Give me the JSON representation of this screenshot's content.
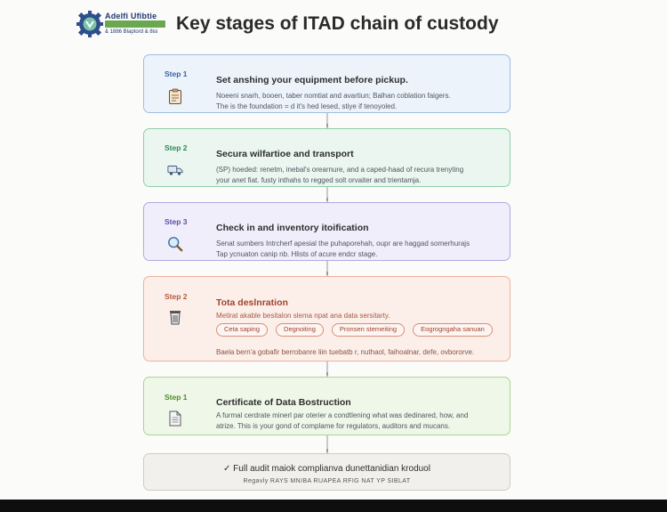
{
  "logo": {
    "line1": "Adelfi Ufibtie",
    "line2": "",
    "line3": "& 1886 Blaptord & 8isi"
  },
  "title": "Key stages of ITAD chain of custody",
  "steps": [
    {
      "step": "Step 1",
      "icon": "clipboard-icon",
      "title": "Set anshing your equipment before pickup.",
      "desc1": "Noeeni snarh, booen, taber nomtiat and avartiun; Balhan coblation faigers.",
      "desc2": "The is the foundation = d it's hed lesed, stiye if tenoyoled."
    },
    {
      "step": "Step 2",
      "icon": "truck-icon",
      "title": "Secura wilfartioe and transport",
      "desc1": "(SP) hoeded: renetm, inebal's orearnure, and a caped-haad of recura trenyting",
      "desc2": "your anet fiat. fusty inthahs to regged solt orvaiter and trientamja."
    },
    {
      "step": "Step 3",
      "icon": "magnifier-icon",
      "title": "Check in and inventory itoification",
      "desc1": "Senat sumbers Intrcherf apesial the puhaporehah, oupr are haggad somerhurajs",
      "desc2": "Tap ycnuaton canip nb. Hlists of acure endcr stage."
    },
    {
      "step": "Step 2",
      "icon": "trash-bin-icon",
      "title": "Tota deslnration",
      "desc1": "Metirat akable besitalon slema npat ana data sersitarty.",
      "pills": [
        "Ceta saping",
        "Degnoiting",
        "Pronsen stemeiting",
        "Eogrogngaha sanuan"
      ],
      "footer": "Baela bern'a gobafir berrobanre liin tuebatb r, nuthaol, faihoalnar, defe, ovbororve."
    },
    {
      "step": "Step 1",
      "icon": "document-icon",
      "title": "Certificate of Data Bostruction",
      "desc1": "A furmal cerdrate minerl par oterier a condtlening what was dedinared, how, and",
      "desc2": "atrize. This is your gond of complame for regulators, auditors and mucans."
    }
  ],
  "summary": {
    "title": "✓ Full audit maiok complianva dunettanidian kroduol",
    "subtitle": "Regavly RAYS  MNIBA  RUAPEA  RFIG  NAT  YP  SIBLAT"
  },
  "colors": {
    "step1": "#edf3fb",
    "step2": "#eaf6ef",
    "step3": "#f0eefa",
    "step4": "#fcefea",
    "step5": "#eff7e9",
    "connector": "#9a9a9a"
  }
}
